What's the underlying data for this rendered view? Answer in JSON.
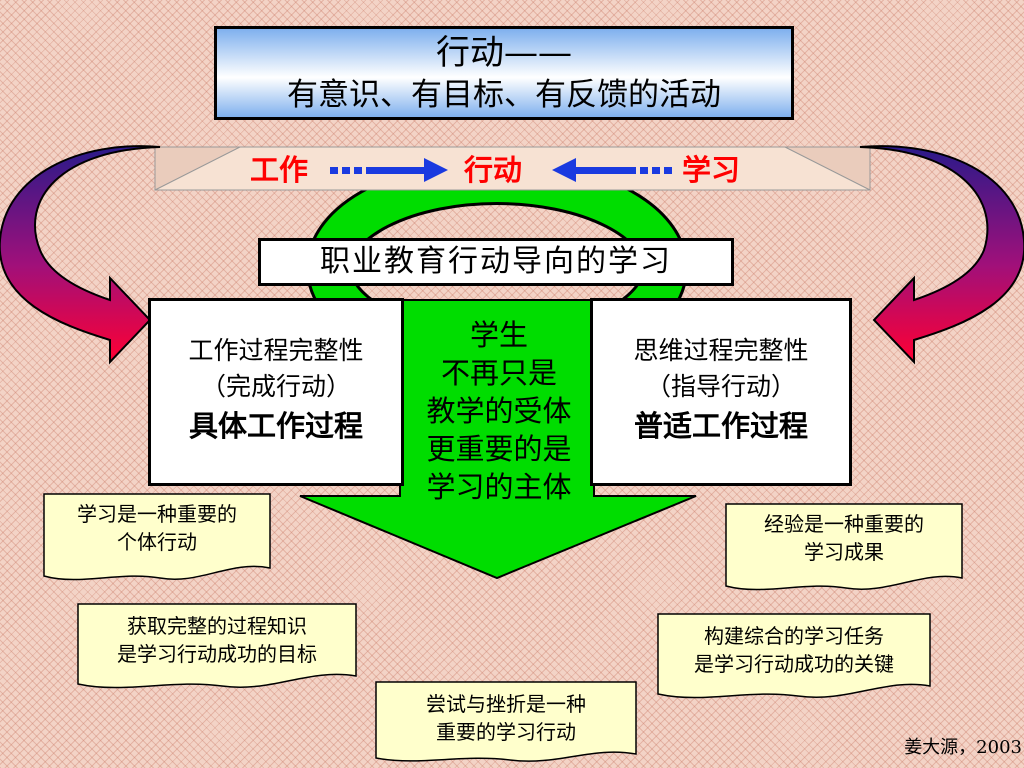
{
  "title": {
    "line1": "行动——",
    "line2": "有意识、有目标、有反馈的活动"
  },
  "flow": {
    "left_label": "工作",
    "center_label": "行动",
    "right_label": "学习"
  },
  "center_banner": "职业教育行动导向的学习",
  "left_box": {
    "line1": "工作过程完整性",
    "line2": "（完成行动）",
    "line3": "具体工作过程"
  },
  "right_box": {
    "line1": "思维过程完整性",
    "line2": "（指导行动）",
    "line3": "普适工作过程"
  },
  "student_arrow": {
    "line1": "学生",
    "line2": "不再只是",
    "line3": "教学的受体",
    "line4": "更重要的是",
    "line5": "学习的主体"
  },
  "notes": {
    "top_left": {
      "line1": "学习是一种重要的",
      "line2": "个体行动"
    },
    "top_right": {
      "line1": "经验是一种重要的",
      "line2": "学习成果"
    },
    "mid_left": {
      "line1": "获取完整的过程知识",
      "line2": "是学习行动成功的目标"
    },
    "mid_right": {
      "line1": "构建综合的学习任务",
      "line2": "是学习行动成功的关键"
    },
    "bottom": {
      "line1": "尝试与挫折是一种",
      "line2": "重要的学习行动"
    }
  },
  "credit": "姜大源，2003",
  "colors": {
    "accent_red": "#ff0000",
    "arrow_green": "#00dd00",
    "curve_arrow_from": "#2a1a8a",
    "curve_arrow_to": "#ff0033",
    "note_fill": "#ffffcc",
    "flow_arrow_blue": "#1a3ae0"
  }
}
